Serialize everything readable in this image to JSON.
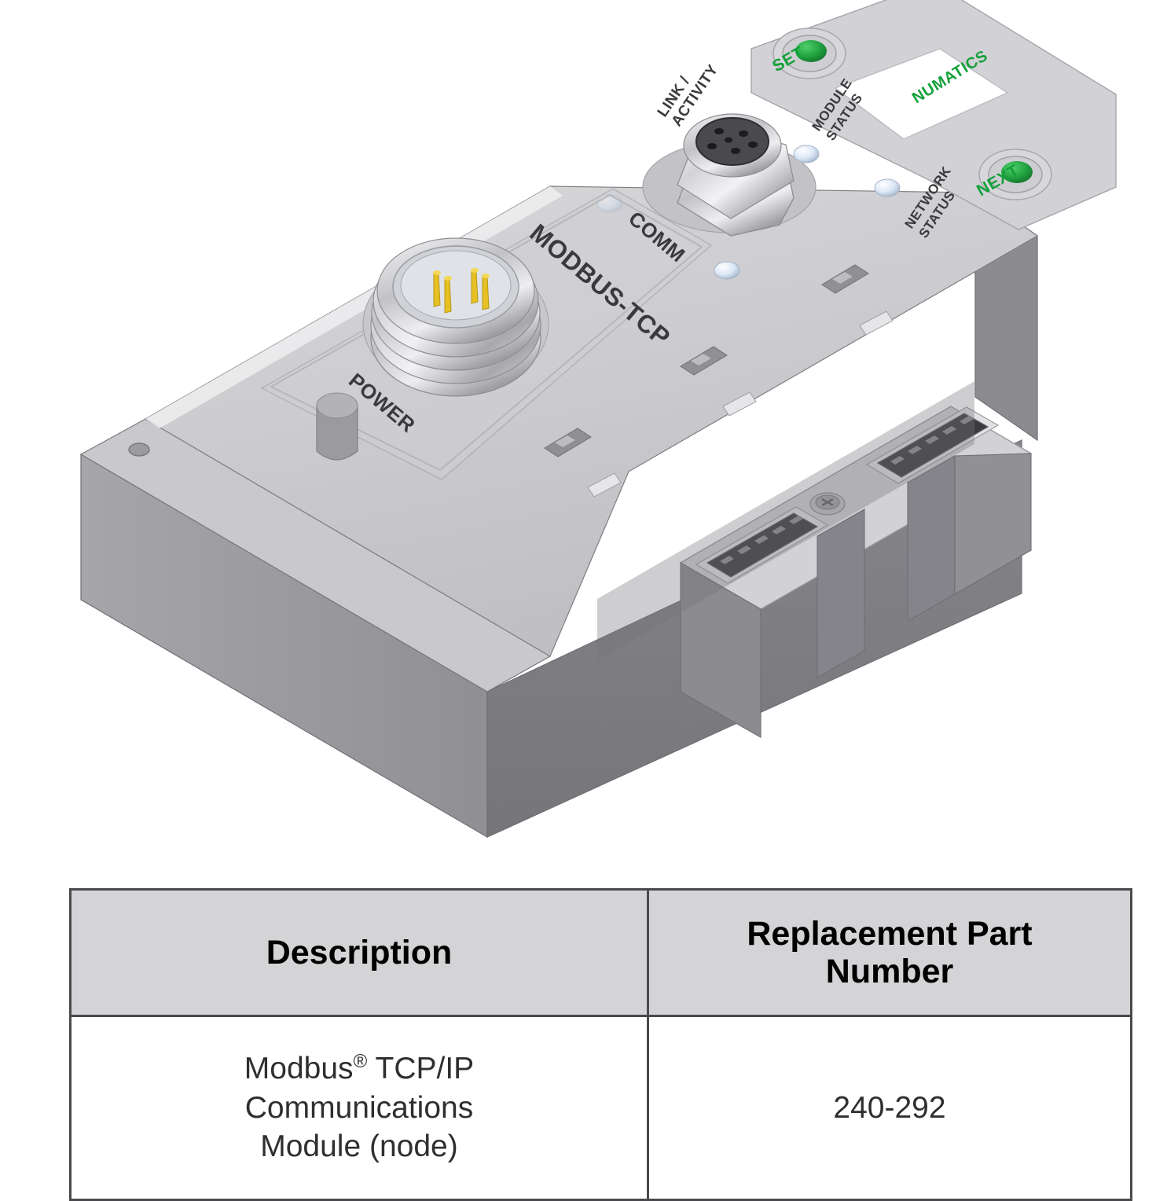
{
  "illustration": {
    "device_name": "Modbus TCP/IP Communications Module",
    "brand_text": "NUMATICS",
    "connector_labels": {
      "modbus": "MODBUS-TCP",
      "power": "POWER",
      "comm": "COMM",
      "link_activity_line1": "LINK /",
      "link_activity_line2": "ACTIVITY",
      "module_status_line1": "MODULE",
      "module_status_line2": "STATUS",
      "network_status_line1": "NETWORK",
      "network_status_line2": "STATUS"
    },
    "buttons": {
      "set": "SET",
      "next": "NEXT"
    },
    "colors": {
      "body_top": "#c8c8cb",
      "body_front": "#7d7d80",
      "body_side": "#9a9a9d",
      "button_green": "#1f9e3d",
      "brand_green": "#14a03a",
      "led": "#e8f0fb",
      "pin_gold": "#e6c024",
      "display_white": "#ffffff"
    }
  },
  "table": {
    "headers": {
      "description": "Description",
      "part_number_line1": "Replacement Part",
      "part_number_line2": "Number"
    },
    "rows": [
      {
        "description_line1_pre": "Modbus",
        "description_line1_reg": "®",
        "description_line1_post": " TCP/IP",
        "description_line2": "Communications",
        "description_line3": "Module (node)",
        "part_number": "240-292"
      }
    ]
  }
}
